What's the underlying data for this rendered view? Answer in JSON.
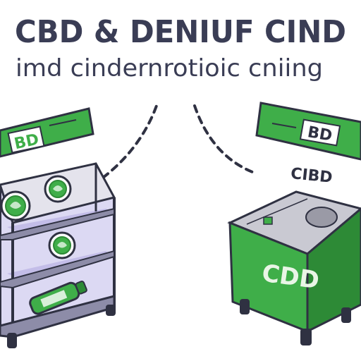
{
  "headline": {
    "line1": "CBD & DENIUF CIND",
    "line2": "imd cindernrotioic cniing"
  },
  "left_sign": {
    "label": "BD"
  },
  "right_sign": {
    "label": "BD"
  },
  "right_caption": "CIBD",
  "crate_label": "CDD",
  "colors": {
    "green": "#3fae49",
    "dark_green": "#2d8a36",
    "ink": "#2f3142",
    "purple_light": "#dcd9f3",
    "purple_mid": "#c3bde8",
    "gray_top": "#c9c9d2"
  },
  "icons": [
    "hemp-leaf-badge",
    "hemp-leaf-badge",
    "hemp-leaf-badge",
    "cbd-bottle"
  ]
}
